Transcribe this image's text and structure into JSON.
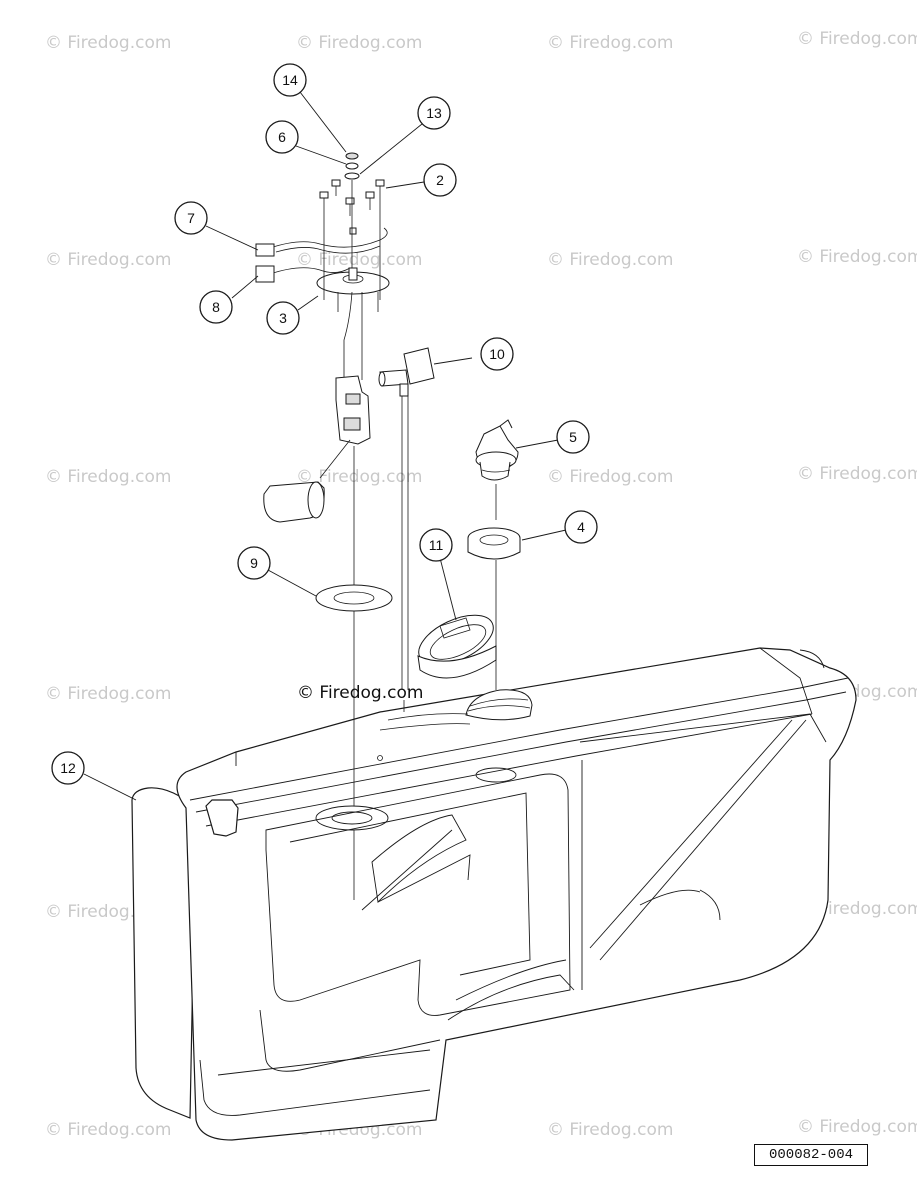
{
  "watermark": "© Firedog.com",
  "center_watermark": "© Firedog.com",
  "diagram_ref": "000082-004",
  "callouts": {
    "c2": "2",
    "c3": "3",
    "c4": "4",
    "c5": "5",
    "c6": "6",
    "c7": "7",
    "c8": "8",
    "c9": "9",
    "c10": "10",
    "c11": "11",
    "c12": "12",
    "c13": "13",
    "c14": "14"
  }
}
